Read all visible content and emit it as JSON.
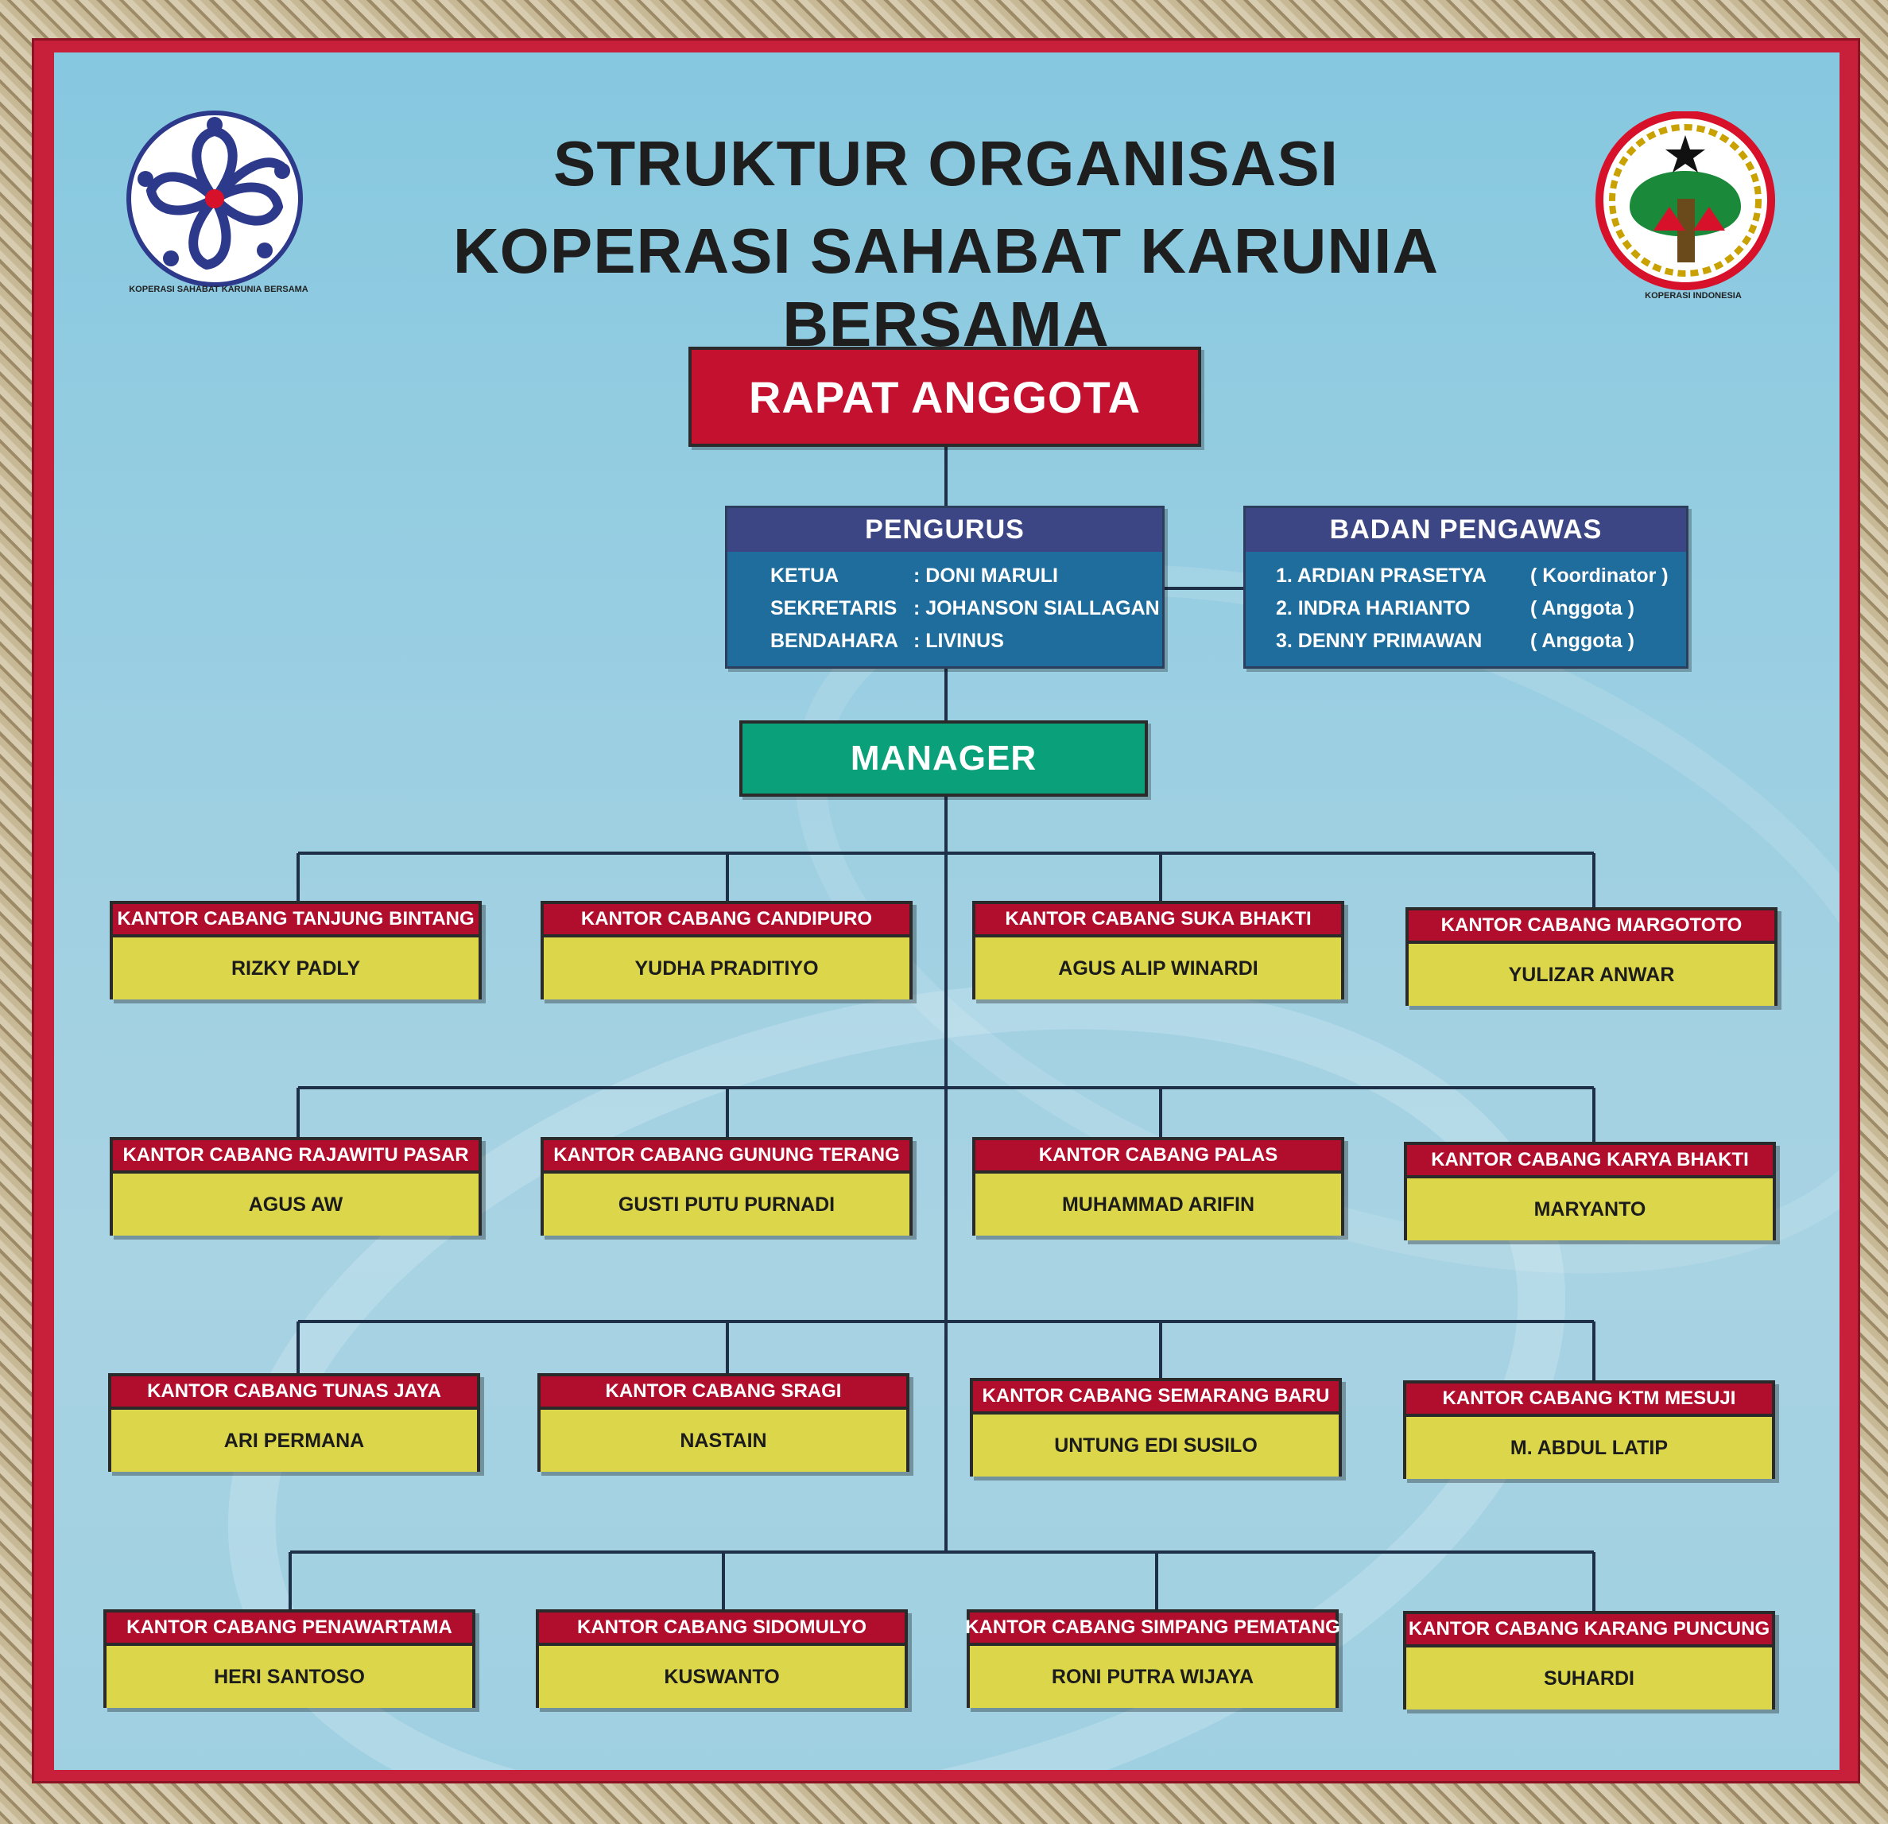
{
  "title": {
    "line1": "STRUKTUR ORGANISASI",
    "line2": "KOPERASI SAHABAT KARUNIA BERSAMA"
  },
  "logos": {
    "left_caption": "KOPERASI SAHABAT KARUNIA BERSAMA",
    "right_caption": "KOPERASI INDONESIA"
  },
  "colors": {
    "rapat": "#c4112f",
    "header_blue": "#3c4685",
    "body_blue": "#1f6d9c",
    "manager": "#0aa07a",
    "branch_head": "#b10d2c",
    "branch_body": "#dbd64a"
  },
  "rapat": "RAPAT ANGGOTA",
  "pengurus": {
    "title": "PENGURUS",
    "rows": [
      {
        "role": "KETUA",
        "name": ": DONI MARULI"
      },
      {
        "role": "SEKRETARIS",
        "name": ": JOHANSON SIALLAGAN"
      },
      {
        "role": "BENDAHARA",
        "name": ": LIVINUS"
      }
    ]
  },
  "pengawas": {
    "title": "BADAN PENGAWAS",
    "rows": [
      {
        "name": "1. ARDIAN PRASETYA",
        "role": "( Koordinator )"
      },
      {
        "name": "2. INDRA HARIANTO",
        "role": "( Anggota )"
      },
      {
        "name": "3. DENNY PRIMAWAN",
        "role": "( Anggota )"
      }
    ]
  },
  "manager": "MANAGER",
  "branches": [
    {
      "office": "KANTOR CABANG TANJUNG BINTANG",
      "head": "RIZKY PADLY"
    },
    {
      "office": "KANTOR CABANG CANDIPURO",
      "head": "YUDHA PRADITIYO"
    },
    {
      "office": "KANTOR CABANG SUKA BHAKTI",
      "head": "AGUS ALIP WINARDI"
    },
    {
      "office": "KANTOR CABANG MARGOTOTO",
      "head": "YULIZAR ANWAR"
    },
    {
      "office": "KANTOR CABANG RAJAWITU PASAR",
      "head": "AGUS AW"
    },
    {
      "office": "KANTOR CABANG GUNUNG TERANG",
      "head": "GUSTI PUTU PURNADI"
    },
    {
      "office": "KANTOR CABANG PALAS",
      "head": "MUHAMMAD ARIFIN"
    },
    {
      "office": "KANTOR CABANG KARYA BHAKTI",
      "head": "MARYANTO"
    },
    {
      "office": "KANTOR CABANG TUNAS JAYA",
      "head": "ARI PERMANA"
    },
    {
      "office": "KANTOR CABANG SRAGI",
      "head": "NASTAIN"
    },
    {
      "office": "KANTOR CABANG SEMARANG BARU",
      "head": "UNTUNG EDI SUSILO"
    },
    {
      "office": "KANTOR CABANG KTM MESUJI",
      "head": "M. ABDUL LATIP"
    },
    {
      "office": "KANTOR CABANG PENAWARTAMA",
      "head": "HERI SANTOSO"
    },
    {
      "office": "KANTOR CABANG SIDOMULYO",
      "head": "KUSWANTO"
    },
    {
      "office": "KANTOR CABANG SIMPANG PEMATANG",
      "head": "RONI PUTRA WIJAYA"
    },
    {
      "office": "KANTOR CABANG KARANG PUNCUNG",
      "head": "SUHARDI"
    }
  ]
}
